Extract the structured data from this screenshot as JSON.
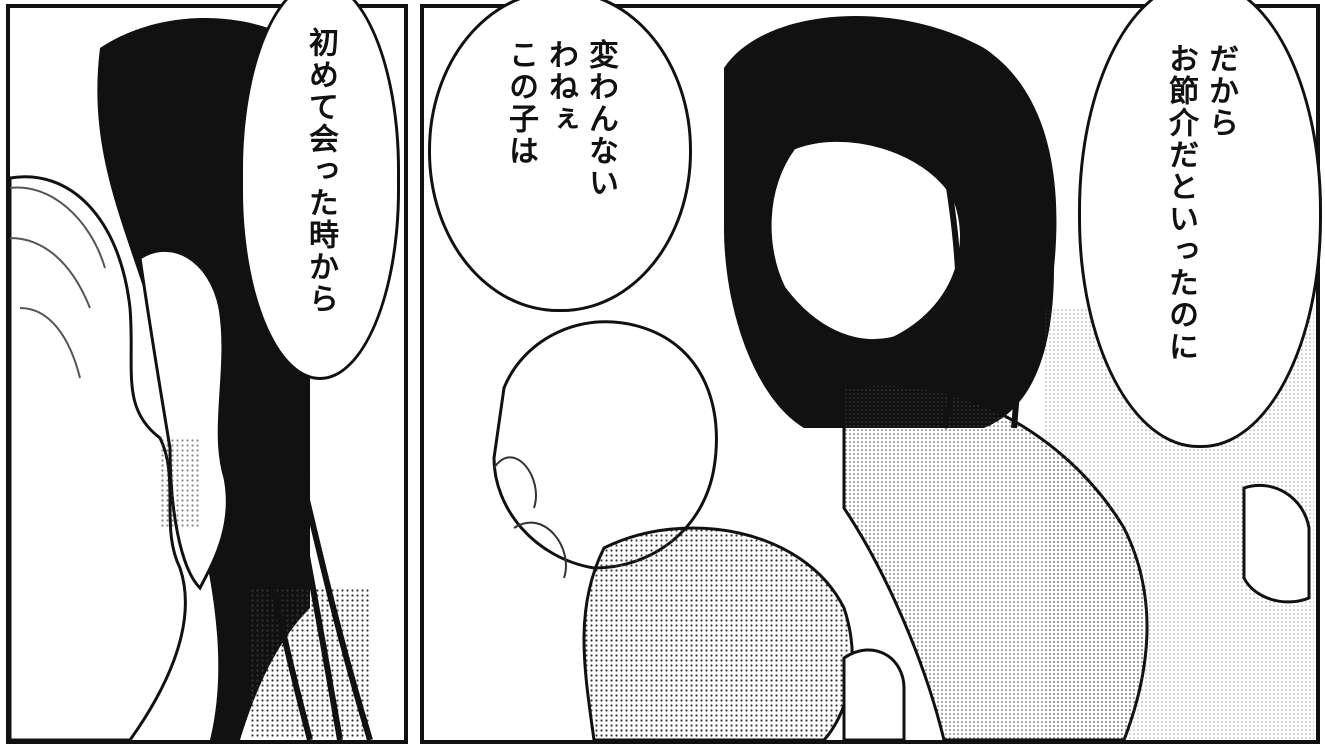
{
  "page": {
    "background": "#ffffff",
    "ink": "#111111",
    "tone": "#8a8a8a"
  },
  "bubbles": [
    {
      "id": "bubble-1",
      "text": "初めて会った時から"
    },
    {
      "id": "bubble-2",
      "text": "変わんない\nわねぇ\nこの子は"
    },
    {
      "id": "bubble-3",
      "text": "だから\nお節介だといったのに"
    }
  ]
}
